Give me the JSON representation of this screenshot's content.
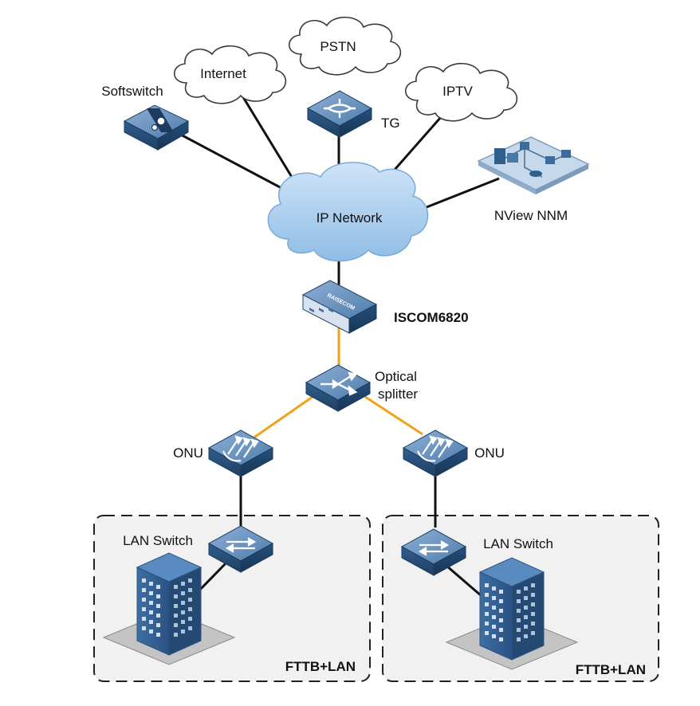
{
  "nodes": {
    "softswitch": "Softswitch",
    "internet": "Internet",
    "pstn": "PSTN",
    "iptv": "IPTV",
    "tg": "TG",
    "ip_network": "IP Network",
    "nview": "NView NNM",
    "olt": "ISCOM6820",
    "olt_brand": "RAISECOM",
    "splitter_line1": "Optical",
    "splitter_line2": "splitter",
    "onu_left": "ONU",
    "onu_right": "ONU",
    "lan_switch_left": "LAN Switch",
    "lan_switch_right": "LAN Switch",
    "zone_left": "FTTB+LAN",
    "zone_right": "FTTB+LAN"
  },
  "colors": {
    "device_blue": "#2f5f8f",
    "device_top": "#6b93bf",
    "cloud_blue": "#a9cdee",
    "fiber": "#f0a21a",
    "zone_fill": "#f1f1f1"
  },
  "icons": [
    "switch-icon",
    "router-icon",
    "building-icon",
    "cloud-icon",
    "olt-icon",
    "nms-icon"
  ]
}
